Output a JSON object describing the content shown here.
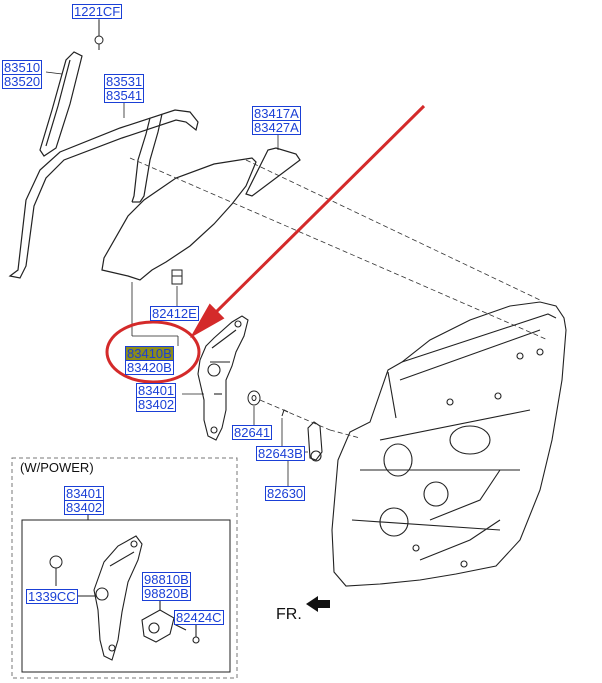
{
  "labels": {
    "fastener_top": "1221CF",
    "channel_top": "83510",
    "channel_bottom": "83520",
    "weatherstrip_top": "83531",
    "weatherstrip_bottom": "83541",
    "quarter_glass_top": "83417A",
    "quarter_glass_bottom": "83427A",
    "clip": "82412E",
    "glass_top": "83410B",
    "glass_bottom": "83420B",
    "regulator_top": "83401",
    "regulator_bottom": "83402",
    "washer": "82641",
    "handle_part": "82643B",
    "handle_assy": "82630"
  },
  "power_inset": {
    "title": "(W/POWER)",
    "regulator_top": "83401",
    "regulator_bottom": "83402",
    "bolt": "1339CC",
    "motor_top": "98810B",
    "motor_bottom": "98820B",
    "connector": "82424C"
  },
  "direction_label": "FR.",
  "colors": {
    "label_text": "#1a3fd6",
    "highlight": "#8c8c1a",
    "callout_red": "#d42a2a",
    "line": "#222222"
  }
}
